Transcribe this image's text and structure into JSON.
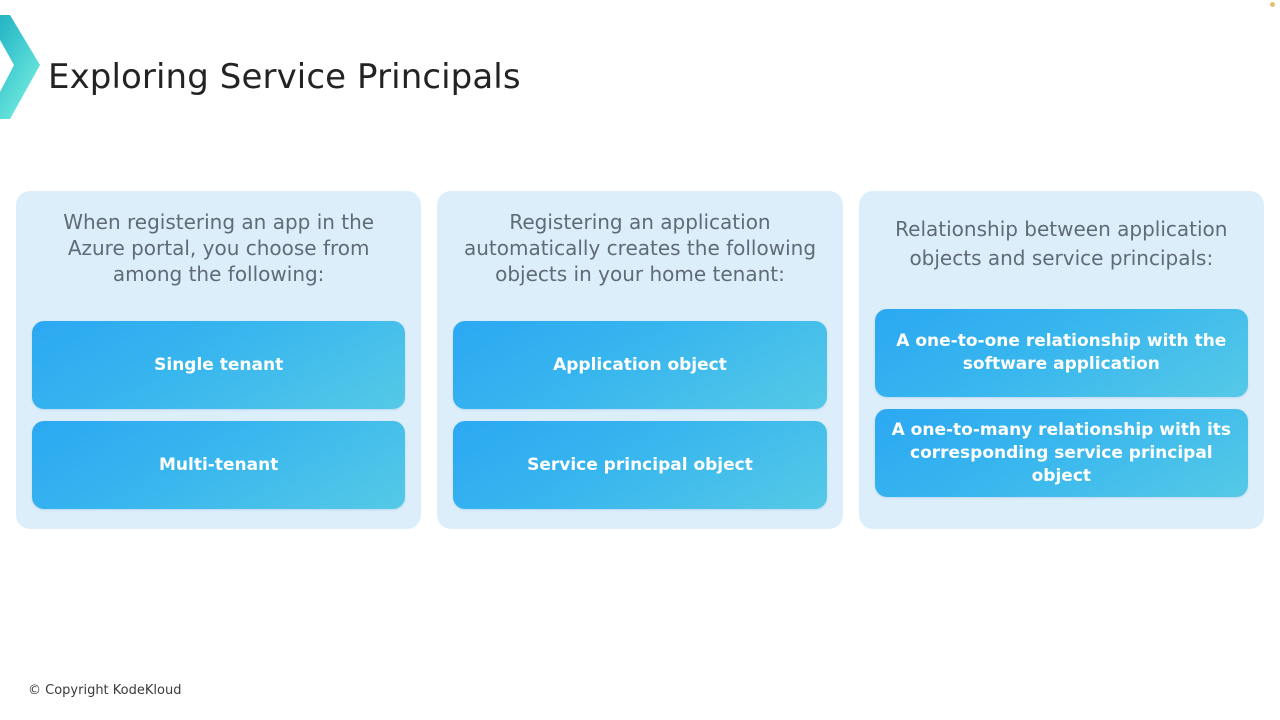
{
  "page": {
    "title": "Exploring Service Principals",
    "background_color": "#ffffff",
    "logo_icon": "chevron-right-icon",
    "logo_gradient_start": "#1fb5c4",
    "logo_gradient_end": "#6ee7dd",
    "corner_dot_color": "#d9a94a"
  },
  "cards": [
    {
      "heading": "When registering an app in the Azure portal, you choose from among the following:",
      "items": [
        "Single tenant",
        "Multi-tenant"
      ]
    },
    {
      "heading": "Registering an application automatically creates the following objects in your home tenant:",
      "items": [
        "Application object",
        "Service principal object"
      ]
    },
    {
      "heading": "Relationship between application objects and service principals:",
      "items": [
        "A one-to-one relationship with the software application",
        "A one-to-many relationship with its corresponding service principal object"
      ]
    }
  ],
  "theme": {
    "card_background": "#ddeefb",
    "card_heading_color": "#5f6b75",
    "pill_gradient_start": "#2ba8f2",
    "pill_gradient_end": "#55c9e6",
    "pill_text_color": "#ffffff",
    "title_color": "#232323"
  },
  "footer": {
    "copyright": "© Copyright KodeKloud"
  }
}
